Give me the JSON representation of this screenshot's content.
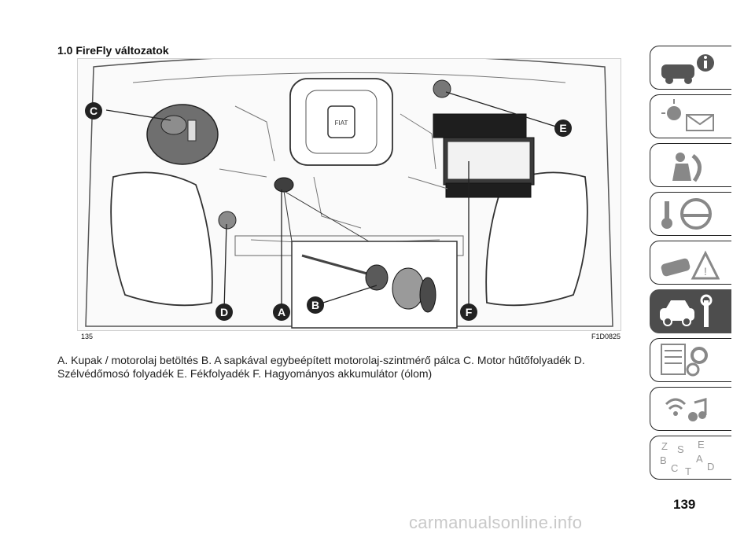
{
  "section": {
    "title": "1.0 FireFly változatok"
  },
  "figure": {
    "number": "135",
    "code": "F1D0825",
    "callouts": [
      "A",
      "B",
      "C",
      "D",
      "E",
      "F"
    ],
    "badge_text": "FIAT"
  },
  "caption": "A. Kupak / motorolaj betöltés B. A sapkával egybeépített motorolaj-szintmérő pálca C. Motor hűtőfolyadék D. Szélvédőmosó folyadék E. Fékfolyadék F. Hagyományos akkumulátor (ólom)",
  "tabs": [
    {
      "icon": "car-info-icon",
      "active": false
    },
    {
      "icon": "warning-lights-icon",
      "active": false
    },
    {
      "icon": "safety-icon",
      "active": false
    },
    {
      "icon": "starting-driving-icon",
      "active": false
    },
    {
      "icon": "emergency-icon",
      "active": false
    },
    {
      "icon": "maintenance-icon",
      "active": true
    },
    {
      "icon": "technical-data-icon",
      "active": false
    },
    {
      "icon": "multimedia-icon",
      "active": false
    },
    {
      "icon": "index-icon",
      "active": false
    }
  ],
  "index_tab_letters": [
    "Z",
    "S",
    "E",
    "B",
    "A",
    "C",
    "T",
    "D"
  ],
  "page_number": "139",
  "watermark": "carmanualsonline.info",
  "colors": {
    "active_tab": "#4d4d4d",
    "callout": "#222222"
  }
}
